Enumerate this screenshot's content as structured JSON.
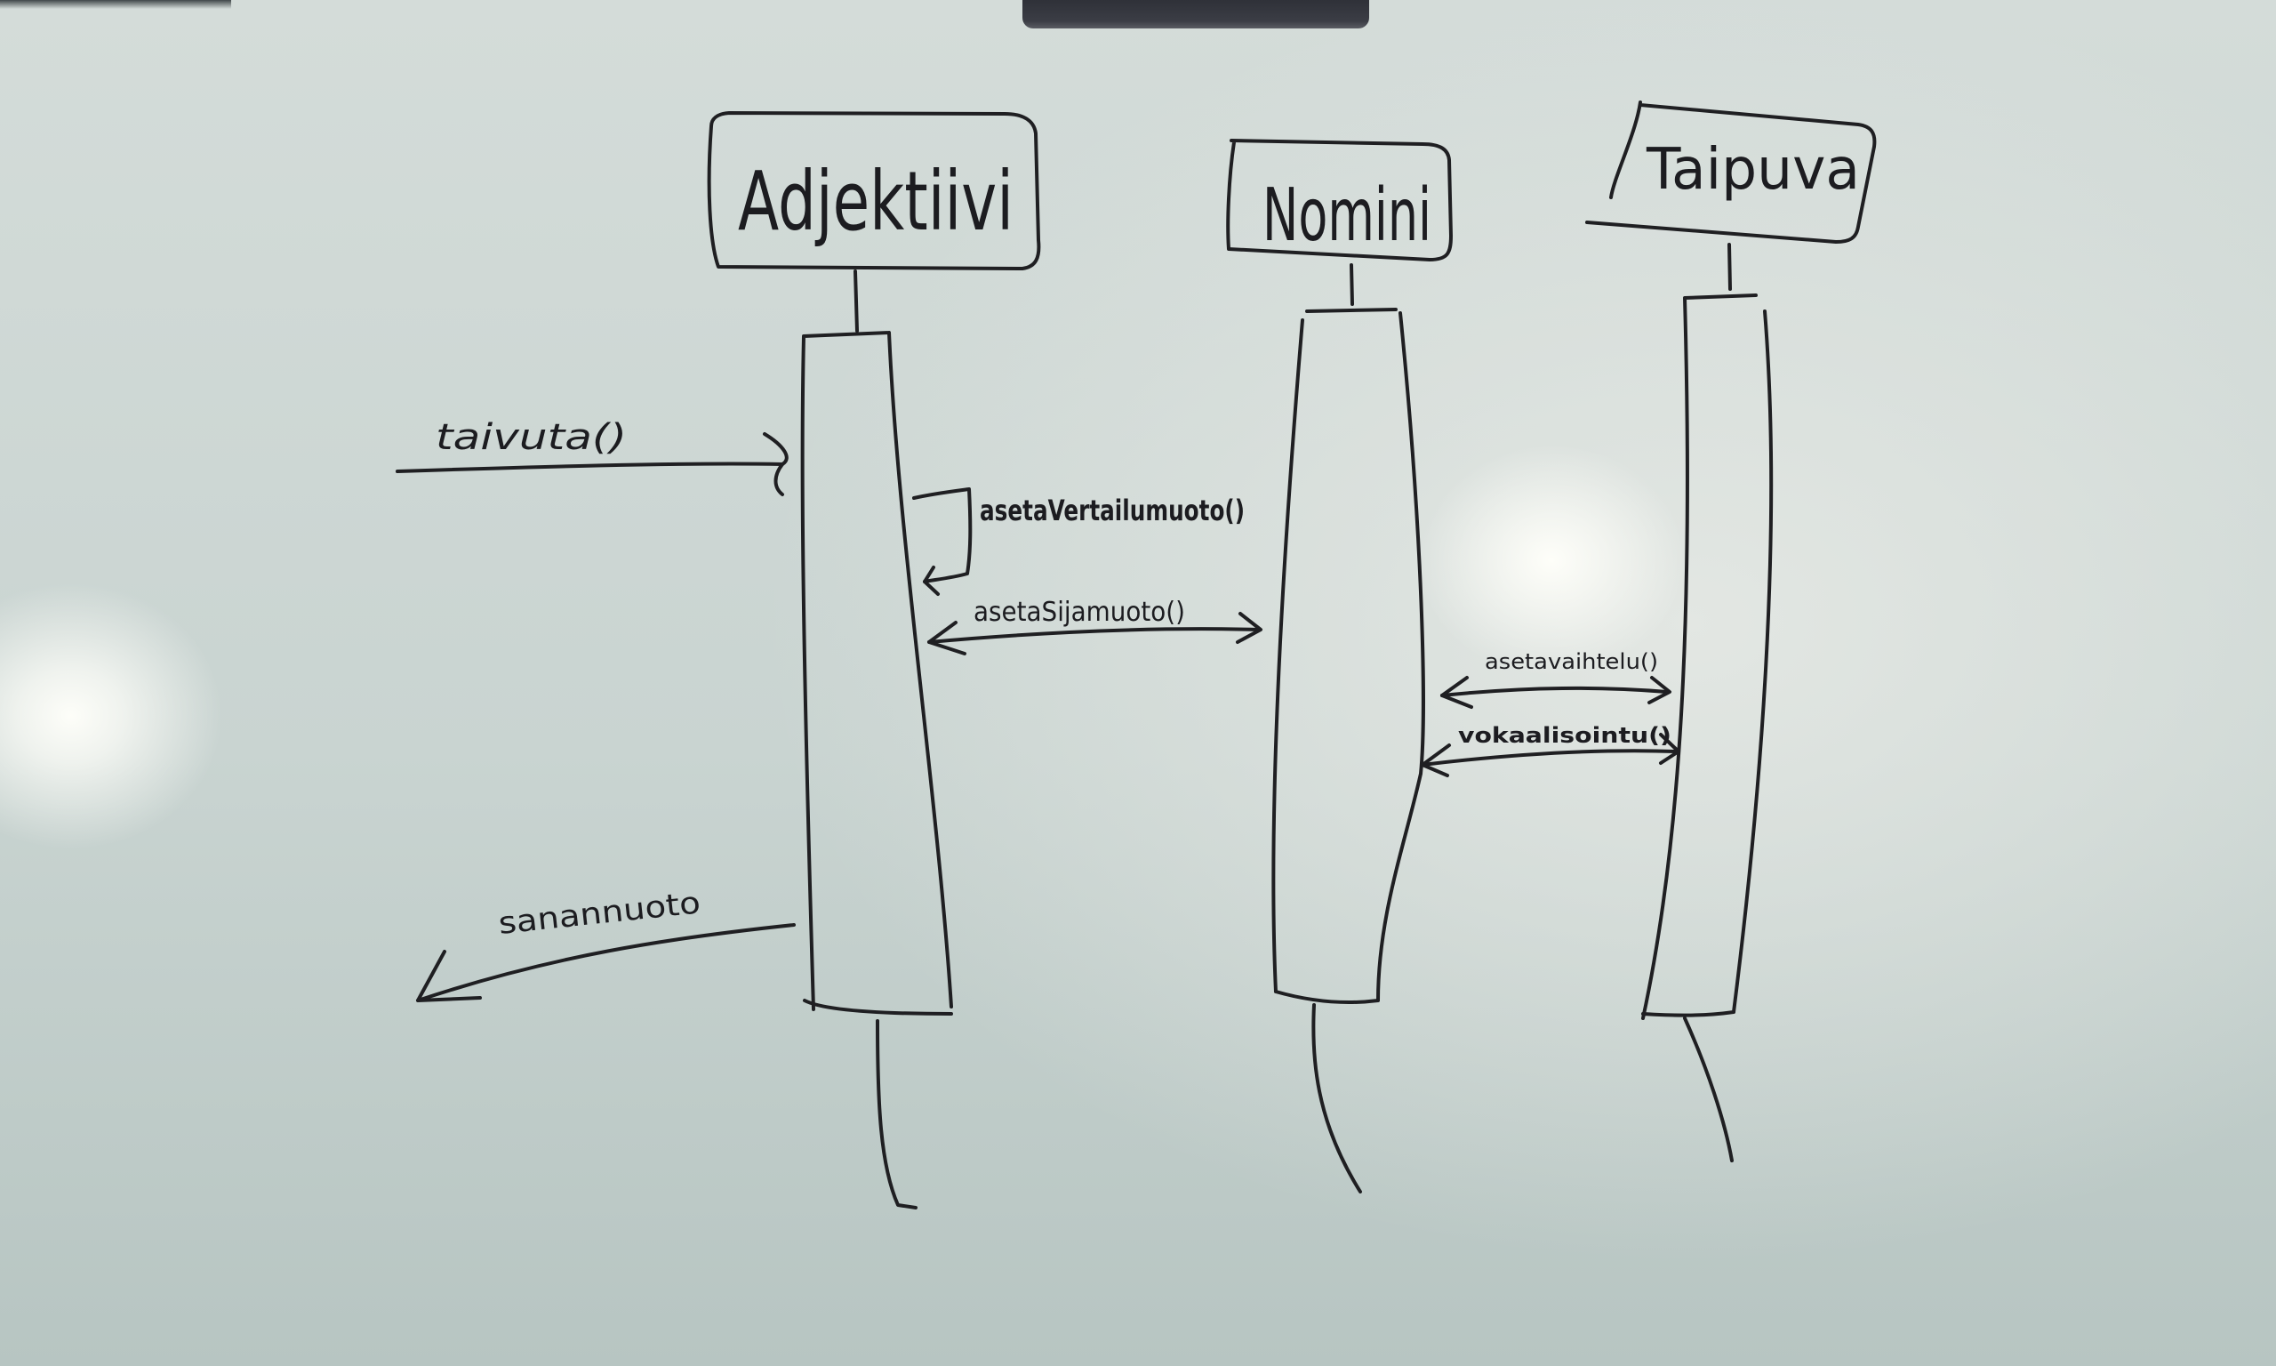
{
  "participants": [
    {
      "id": "adjektiivi",
      "label": "Adjektiivi"
    },
    {
      "id": "nomini",
      "label": "Nomini"
    },
    {
      "id": "taipuva",
      "label": "Taipuva"
    }
  ],
  "messages": [
    {
      "id": "taivuta",
      "label": "taivuta()"
    },
    {
      "id": "asetavertailumuoto",
      "label": "asetaVertailumuoto()"
    },
    {
      "id": "asetasijamuoto",
      "label": "asetaSijamuoto()"
    },
    {
      "id": "asetavahtelu",
      "label": "asetavaihtelu()"
    },
    {
      "id": "vokaalisointu",
      "label": "vokaalisointu()"
    },
    {
      "id": "sanannuoto",
      "label": "sanannuoto"
    }
  ]
}
